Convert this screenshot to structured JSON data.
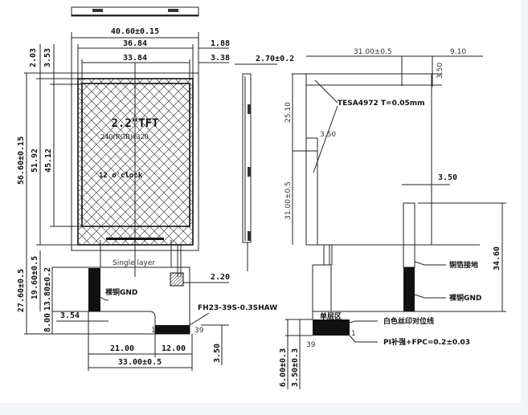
{
  "drawing": {
    "title": "2.2\"TFT",
    "resolution": "240(RGB)x320",
    "viewing_direction": "12 o'clock",
    "front_view": {
      "width_outer": "40.60±0.15",
      "width_mid": "36.84",
      "width_inner": "33.84",
      "right_margin_1": "1.88",
      "right_margin_2": "3.38",
      "top_margin_1": "2.03",
      "top_margin_2": "3.53",
      "height_outer": "56.60±0.15",
      "height_mid": "51.92",
      "height_inner": "45.12"
    },
    "fpc_front": {
      "single_layer_label": "Single layer",
      "gnd_label": "裸铜GND",
      "connector_label": "FH23-39S-0.3SHAW",
      "pin_first": "1",
      "pin_last": "39",
      "offset_2_20": "2.20",
      "offset_3_54": "3.54",
      "height_total": "27.60±0.5",
      "height_19_60": "19.60±0.5",
      "height_13_80": "13.80±0.2",
      "height_8_00": "8.00",
      "width_21": "21.00",
      "width_12": "12.00",
      "width_total": "33.00±0.5",
      "height_3_50": "3.50"
    },
    "side_view": {
      "thickness": "2.70±0.2"
    },
    "back_view": {
      "top_width": "31.00±0.5",
      "top_right": "9.10",
      "top_right_height": "3.50",
      "tape_label": "TESA4972  T=0.05mm",
      "left_height_top": "25.10",
      "left_tape_width": "3.50",
      "left_height": "31.00±0.5",
      "right_strip_width": "3.50",
      "right_strip_height": "34.60",
      "copper_ground_label": "铜箔接地",
      "gnd_label": "裸铜GND",
      "single_layer_zone": "单层区",
      "silkscreen_label": "白色丝印对位线",
      "stiffener_label": "PI补强+FPC=0.2±0.03",
      "pin_first": "1",
      "pin_last": "39",
      "height_6_00": "6.00±0.3",
      "height_3_50": "3.50±0.3"
    }
  }
}
